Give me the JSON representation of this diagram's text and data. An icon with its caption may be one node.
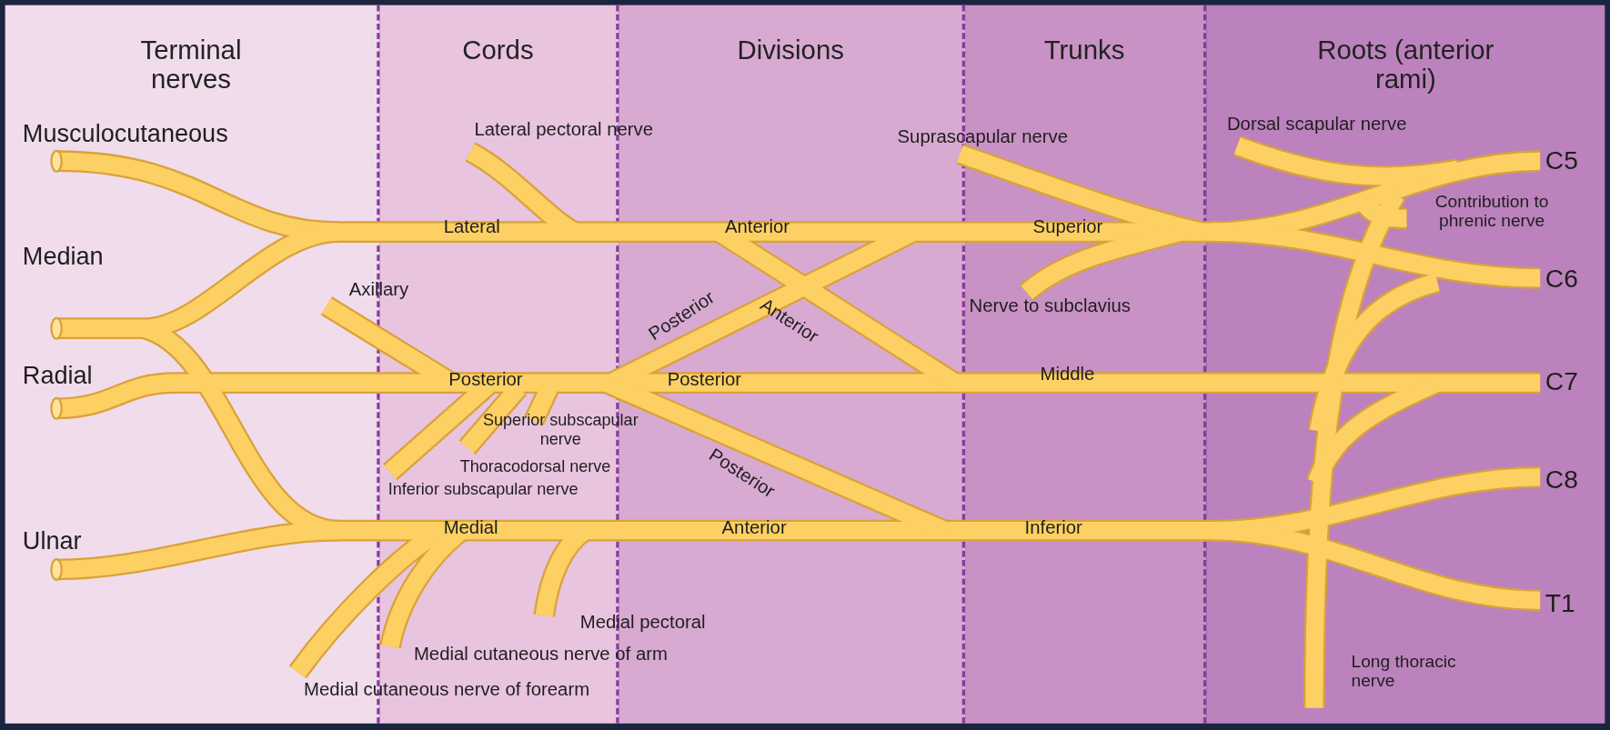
{
  "diagram": {
    "nodes": [
      {
        "text": [
          "Terminal nerves"
        ]
      },
      {
        "text": [
          "Cords"
        ]
      },
      {
        "text": [
          "Divisions"
        ]
      },
      {
        "text": [
          "Trunks"
        ]
      },
      {
        "text": [
          "Roots (anterior rami)"
        ]
      }
    ],
    "labels": [
      "Musculocutaneous",
      "Lateral pectoral nerve",
      "Suprascapular nerve",
      "Dorsal scapular nerve",
      "C5",
      "Contribution to phrenic nerve",
      "Lateral",
      "Anterior",
      "Superior",
      "Median",
      "Axillary",
      "C6",
      "Nerve to subclavius",
      "Posterior",
      "Anterior",
      "Radial",
      "Posterior",
      "Posterior",
      "Middle",
      "C7",
      "Superior subscapular nerve",
      "Posterior",
      "Thoracodorsal nerve",
      "C8",
      "Inferior subscapular nerve",
      "Ulnar",
      "Medial",
      "Anterior",
      "Inferior",
      "T1",
      "Medial pectoral",
      "Long thoracic nerve",
      "Medial cutaneous nerve of arm",
      "Medial cutaneous nerve of forearm"
    ]
  }
}
